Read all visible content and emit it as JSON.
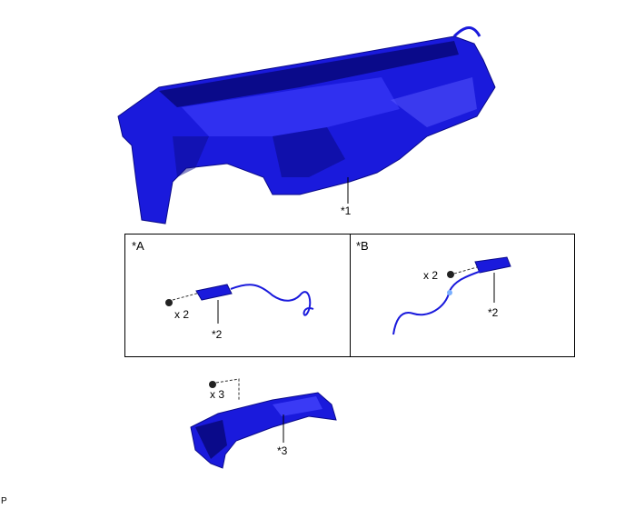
{
  "callouts": {
    "dashboard": "*1",
    "view_a": "*A",
    "view_b": "*B",
    "part_a": "*2",
    "part_b": "*2",
    "duct": "*3"
  },
  "quantities": {
    "screws_a": "x 2",
    "screws_b": "x 2",
    "screws_duct": "x 3"
  },
  "footer_code": "P",
  "colors": {
    "part_blue": "#1a1adc",
    "part_dark": "#0a0a8a",
    "line": "#000000"
  }
}
